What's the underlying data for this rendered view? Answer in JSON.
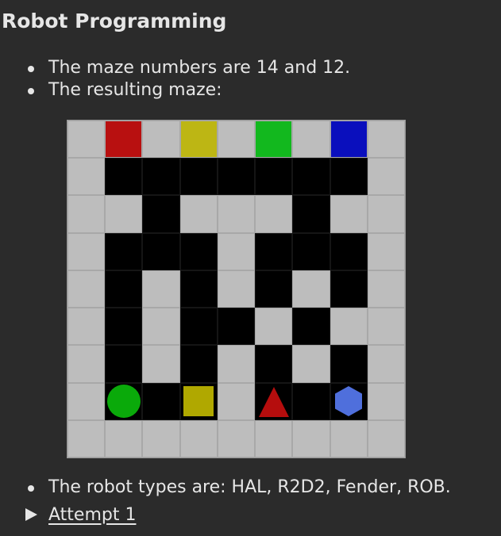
{
  "page_title": "Robot Programming",
  "bullets": [
    "The maze numbers are 14 and 12.",
    "The resulting maze:"
  ],
  "maze": {
    "rows": [
      "wrwywgwbw",
      "wpppppppw",
      "wwpwwwpww",
      "wpppwpppw",
      "wpwpwpwpw",
      "wpwppwpw",
      "wpwpwpwpw",
      "wpppwpppw",
      "wwwwwwwww"
    ],
    "top_colors": {
      "r": "#b81010",
      "y": "#bdb614",
      "g": "#12b81e",
      "b": "#0a0fbd"
    },
    "robots": [
      {
        "shape": "circle",
        "color": "#0aaa0a",
        "row": 7,
        "col": 1
      },
      {
        "shape": "square",
        "color": "#b0a800",
        "row": 7,
        "col": 3
      },
      {
        "shape": "triangle",
        "color": "#b50d0d",
        "row": 7,
        "col": 5
      },
      {
        "shape": "hexagon",
        "color": "#4f6fdc",
        "row": 7,
        "col": 7
      }
    ]
  },
  "robot_types_text": "The robot types are: HAL, R2D2, Fender, ROB.",
  "attempt_label": "Attempt 1"
}
